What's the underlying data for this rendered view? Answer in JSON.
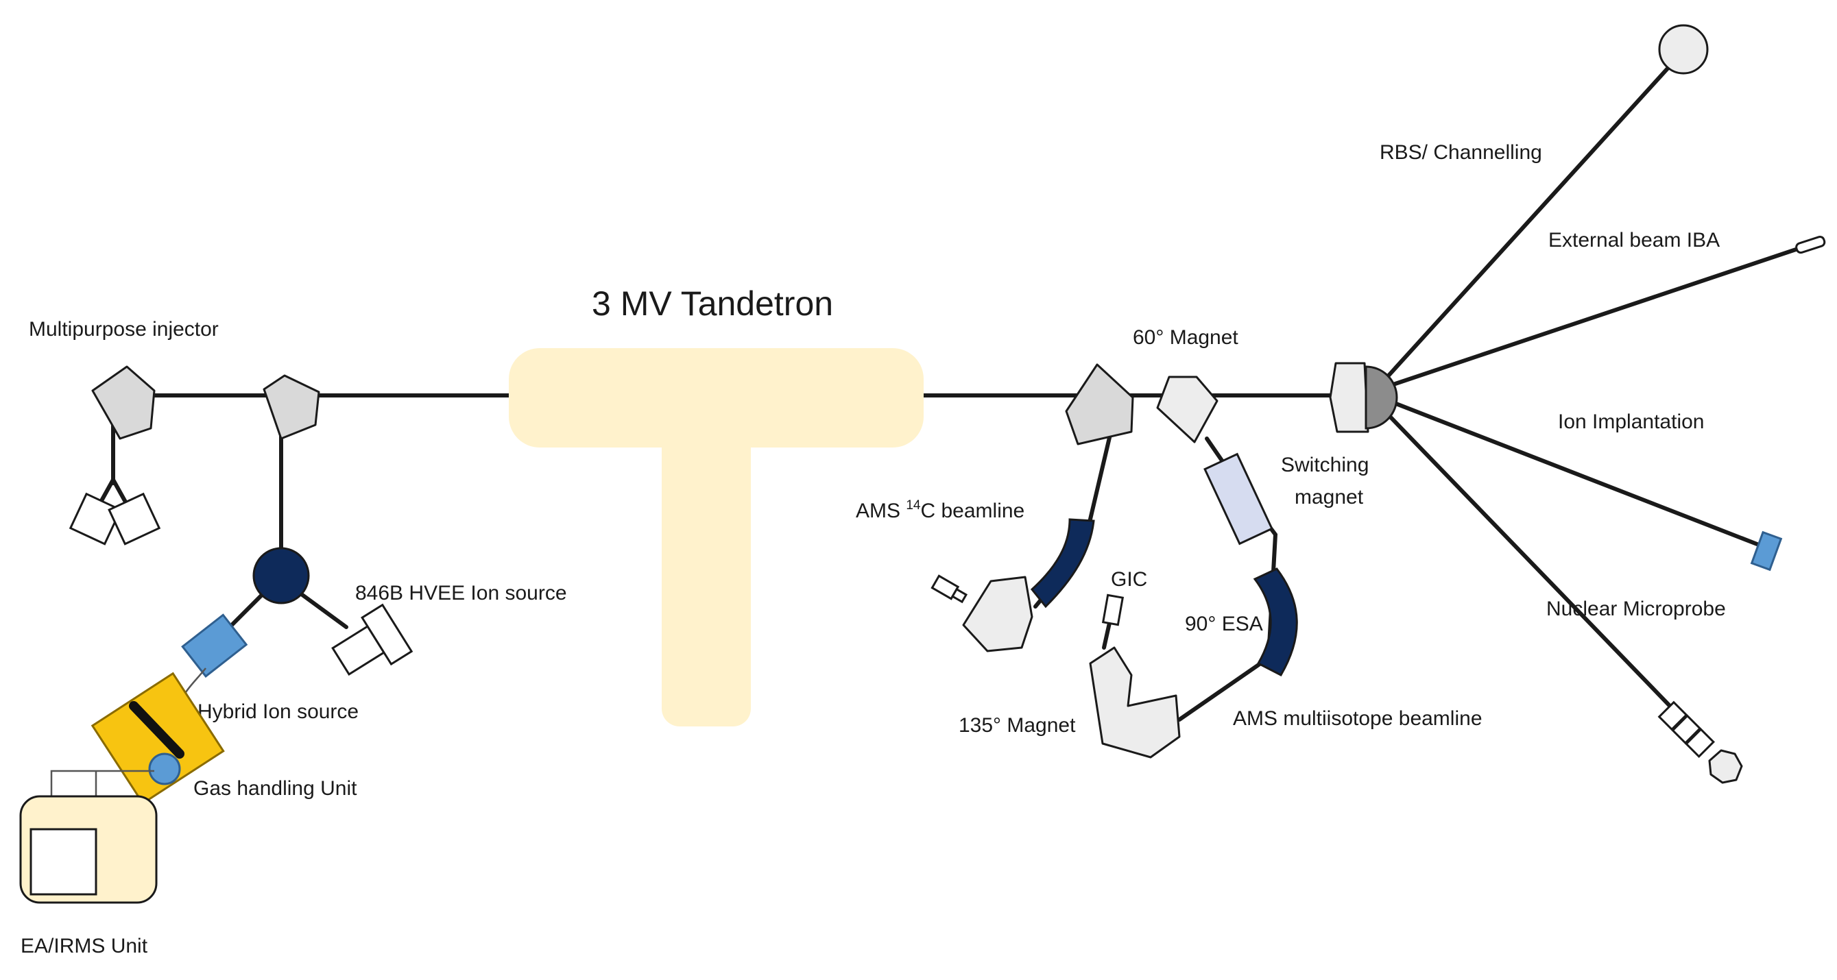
{
  "title": "3 MV Tandetron",
  "labels": {
    "multipurpose_injector": "Multipurpose injector",
    "hvee_ion_source": "846B HVEE Ion source",
    "hybrid_ion_source": "Hybrid Ion source",
    "gas_handling_unit": "Gas handling Unit",
    "ea_irms_unit": "EA/IRMS Unit",
    "ams_c14_prefix": "AMS ",
    "ams_c14_sup": "14",
    "ams_c14_suffix": "C beamline",
    "magnet_60": "60° Magnet",
    "magnet_135": "135° Magnet",
    "gic": "GIC",
    "esa_90": "90° ESA",
    "ams_multiisotope": "AMS multiisotope beamline",
    "switching_magnet_line1": "Switching",
    "switching_magnet_line2": "magnet",
    "rbs_channelling": "RBS/ Channelling",
    "external_beam_iba": "External beam IBA",
    "ion_implantation": "Ion Implantation",
    "nuclear_microprobe": "Nuclear Microprobe"
  },
  "colors": {
    "accelerator": "#fff2cc",
    "ion_source_hub": "#0e2a5a",
    "blue_component": "#5b9bd5",
    "gas_handling": "#f7c411",
    "magnet": "#d9d9d9"
  }
}
